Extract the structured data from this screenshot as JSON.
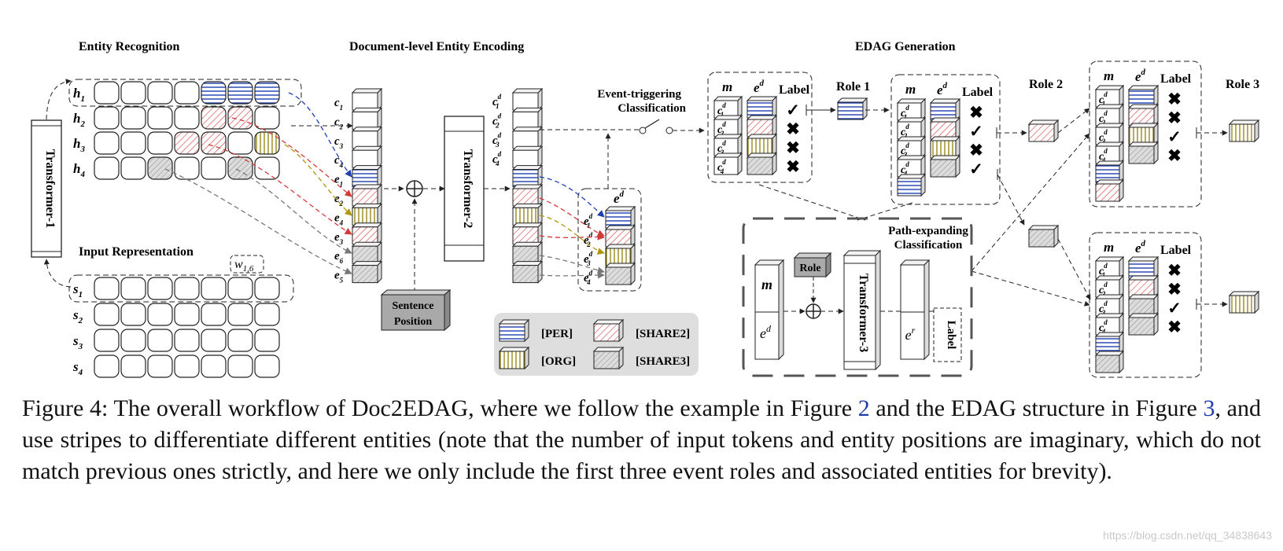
{
  "sections": {
    "entity_recognition": "Entity Recognition",
    "doc_encoding": "Document-level Entity Encoding",
    "edag_generation": "EDAG Generation",
    "input_representation": "Input Representation"
  },
  "modules": {
    "transformer1": "Transformer-1",
    "transformer2": "Transformer-2",
    "transformer3": "Transformer-3",
    "sentence_position": [
      "Sentence",
      "Position"
    ],
    "role": "Role",
    "event_triggering": [
      "Event-triggering",
      "Classification"
    ],
    "path_expanding": [
      "Path-expanding",
      "Classification"
    ]
  },
  "hidden_labels": [
    {
      "base": "h",
      "sub": "1"
    },
    {
      "base": "h",
      "sub": "2"
    },
    {
      "base": "h",
      "sub": "3"
    },
    {
      "base": "h",
      "sub": "4"
    }
  ],
  "sentence_labels": [
    {
      "base": "s",
      "sub": "1"
    },
    {
      "base": "s",
      "sub": "2"
    },
    {
      "base": "s",
      "sub": "3"
    },
    {
      "base": "s",
      "sub": "4"
    }
  ],
  "word_label": {
    "base": "w",
    "sub": "1,6"
  },
  "context_labels": [
    {
      "base": "c",
      "sub": "1"
    },
    {
      "base": "c",
      "sub": "2"
    },
    {
      "base": "c",
      "sub": "3"
    },
    {
      "base": "c",
      "sub": "4"
    }
  ],
  "entity_labels": [
    {
      "base": "e",
      "sub": "1"
    },
    {
      "base": "e",
      "sub": "2"
    },
    {
      "base": "e",
      "sub": "4"
    },
    {
      "base": "e",
      "sub": "3"
    },
    {
      "base": "e",
      "sub": "6"
    },
    {
      "base": "e",
      "sub": "5"
    }
  ],
  "doc_context_labels": [
    {
      "base": "c",
      "sub": "1",
      "sup": "d"
    },
    {
      "base": "c",
      "sub": "2",
      "sup": "d"
    },
    {
      "base": "c",
      "sub": "3",
      "sup": "d"
    },
    {
      "base": "c",
      "sub": "4",
      "sup": "d"
    }
  ],
  "doc_entity_labels": [
    {
      "base": "e",
      "sub": "1",
      "sup": "d"
    },
    {
      "base": "e",
      "sub": "2",
      "sup": "d"
    },
    {
      "base": "e",
      "sub": "3",
      "sup": "d"
    },
    {
      "base": "e",
      "sub": "4",
      "sup": "d"
    }
  ],
  "ed_label": {
    "base": "e",
    "sup": "d"
  },
  "er_label": {
    "base": "e",
    "sup": "r"
  },
  "m_label": "m",
  "label_header": "Label",
  "label_box_text": "Label",
  "roles": [
    "Role 1",
    "Role 2",
    "Role 3"
  ],
  "legend": [
    {
      "label": "[PER]",
      "pattern": "per"
    },
    {
      "label": "[SHARE2]",
      "pattern": "share2"
    },
    {
      "label": "[ORG]",
      "pattern": "org"
    },
    {
      "label": "[SHARE3]",
      "pattern": "share3"
    }
  ],
  "edag_tables": [
    {
      "marks": [
        "✓",
        "✖",
        "✖",
        "✖"
      ]
    },
    {
      "marks": [
        "✖",
        "✓",
        "✖",
        "✓"
      ]
    },
    {
      "marks": [
        "✖",
        "✖",
        "✓",
        "✖"
      ]
    },
    {
      "marks": [
        "✖",
        "✖",
        "✓",
        "✖"
      ]
    }
  ],
  "colors": {
    "per": "#1f3fb0",
    "share2": "#d23a3a",
    "org": "#9a8a1a",
    "share3": "#8a8a8a",
    "link": "#1f3da8"
  },
  "caption": {
    "part1": "Figure 4: The overall workflow of Doc2EDAG, where we follow the example in Figure ",
    "ref1": "2",
    "part2": " and the EDAG structure in Figure ",
    "ref2": "3",
    "part3": ", and use stripes to differentiate different entities (note that the number of input tokens and entity positions are imaginary, which do not match previous ones strictly, and here we only include the first three event roles and associated entities for brevity)."
  },
  "watermark": "https://blog.csdn.net/qq_34838643"
}
